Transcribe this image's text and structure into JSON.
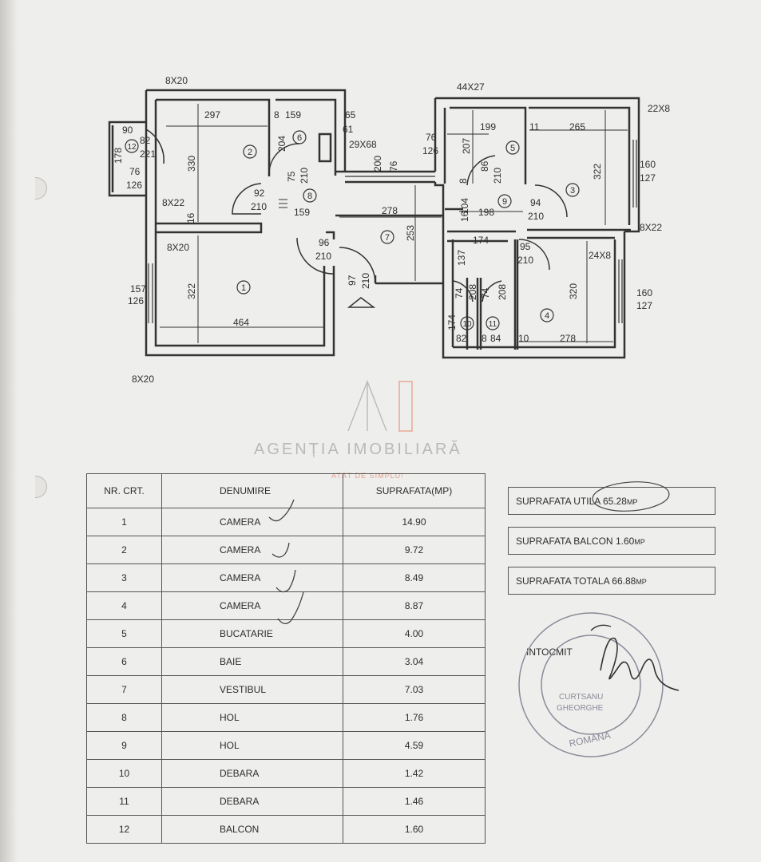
{
  "floor_plan": {
    "dims": {
      "bal_opening": "8X20",
      "r12_top": "90",
      "r12_door_w": "82",
      "r12_door_h": "221",
      "r12_side": "178",
      "r12_win_w": "76",
      "r12_win_h": "126",
      "r2_width": "297",
      "r2_height": "330",
      "r6_small": "8",
      "r6_width": "159",
      "r6_top": "65",
      "r6_right": "61",
      "shaft": "29X68",
      "r6_height": "204",
      "r6_door_w": "75",
      "r6_door_h": "210",
      "r8_door_w": "92",
      "r8_door_h": "210",
      "r8_width": "159",
      "wall_16": "16",
      "open_8x22_left": "8X22",
      "open_8x20_mid": "8X20",
      "corr_200": "200",
      "corr_76": "76",
      "r7_width": "278",
      "r7_height": "253",
      "r7_door_w": "96",
      "r7_door_h": "210",
      "entry_w": "97",
      "entry_h": "210",
      "r1_win_w": "157",
      "r1_win_h": "126",
      "r1_height": "322",
      "r1_width": "464",
      "open_bottom": "8X20",
      "vent": "44X27",
      "r5_width": "199",
      "r5_win_w": "76",
      "r5_win_h": "126",
      "r5_height": "207",
      "r5_door_w": "86",
      "r5_door_h": "210",
      "r5_8": "8",
      "r3_11": "11",
      "r3_width": "265",
      "r3_vent": "22X8",
      "r3_height": "322",
      "r3_win_w": "160",
      "r3_win_h": "127",
      "r9_door_w": "94",
      "r9_door_h": "210",
      "r9_104": "104",
      "r9_16": "16",
      "r9_width": "198",
      "r9_174": "174",
      "r3_opening": "8X22",
      "r4_door_w": "95",
      "r4_door_h": "210",
      "r4_vent": "24X8",
      "r4_height": "320",
      "r4_win_w": "160",
      "r4_win_h": "127",
      "r4_width": "278",
      "r4_10": "10",
      "r10_137": "137",
      "r10_door_w": "74",
      "r10_door_h": "208",
      "r11_door_w": "74",
      "r11_door_h": "208",
      "r10_174": "174",
      "r10_width": "82",
      "r11_8": "8",
      "r11_width": "84"
    },
    "room_numbers": [
      "1",
      "2",
      "3",
      "4",
      "5",
      "6",
      "7",
      "8",
      "9",
      "10",
      "11",
      "12"
    ]
  },
  "watermark": {
    "name": "AGENȚIA IMOBILIARĂ",
    "sub": "ATÂT DE SIMPLU!"
  },
  "table": {
    "headers": [
      "NR. CRT.",
      "DENUMIRE",
      "SUPRAFATA(MP)"
    ],
    "rows": [
      {
        "nr": "1",
        "name": "CAMERA",
        "area": "14.90"
      },
      {
        "nr": "2",
        "name": "CAMERA",
        "area": "9.72"
      },
      {
        "nr": "3",
        "name": "CAMERA",
        "area": "8.49"
      },
      {
        "nr": "4",
        "name": "CAMERA",
        "area": "8.87"
      },
      {
        "nr": "5",
        "name": "BUCATARIE",
        "area": "4.00"
      },
      {
        "nr": "6",
        "name": "BAIE",
        "area": "3.04"
      },
      {
        "nr": "7",
        "name": "VESTIBUL",
        "area": "7.03"
      },
      {
        "nr": "8",
        "name": "HOL",
        "area": "1.76"
      },
      {
        "nr": "9",
        "name": "HOL",
        "area": "4.59"
      },
      {
        "nr": "10",
        "name": "DEBARA",
        "area": "1.42"
      },
      {
        "nr": "11",
        "name": "DEBARA",
        "area": "1.46"
      },
      {
        "nr": "12",
        "name": "BALCON",
        "area": "1.60"
      }
    ]
  },
  "summary": {
    "util_label": "SUPRAFATA UTILA",
    "util_value": "65.28",
    "balcon_label": "SUPRAFATA BALCON",
    "balcon_value": "1.60",
    "total_label": "SUPRAFATA TOTALA",
    "total_value": "66.88",
    "unit": "MP"
  },
  "signature": {
    "label": "INTOCMIT",
    "stamp_name_1": "CURTSANU",
    "stamp_name_2": "GHEORGHE",
    "stamp_country": "ROMÂNA"
  },
  "colors": {
    "paper": "#eeeeec",
    "ink": "#2f2f2f",
    "watermark": "#b9b9b9",
    "stamp": "#8b8b9a"
  }
}
